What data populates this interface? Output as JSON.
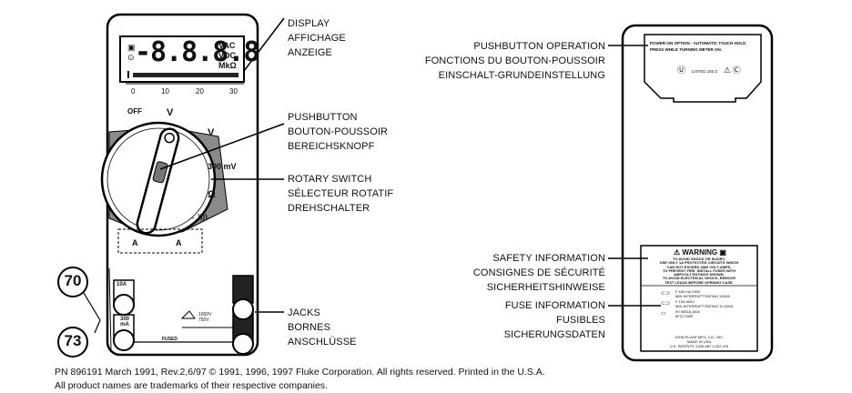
{
  "meter_front": {
    "display": {
      "digits": "-8.8.8.8",
      "units": [
        "VAC",
        "VDC",
        "MkΩ"
      ],
      "scale": [
        "0",
        "10",
        "20",
        "30"
      ]
    },
    "switch_positions": {
      "off": "OFF",
      "vac": "V",
      "vdc": "V",
      "mv": "300 mV",
      "ohm": "Ω",
      "diode_continuity": "→ ))))",
      "adc": "A",
      "aac": "A"
    },
    "jacks": {
      "a10": "10A",
      "ma300": "300 mA",
      "fused": "FUSED",
      "voltage_rating": "1000V 750V"
    },
    "callouts": {
      "left_top": "70",
      "left_bottom": "73"
    }
  },
  "labels_left": {
    "display": [
      "DISPLAY",
      "AFFICHAGE",
      "ANZEIGE"
    ],
    "pushbutton": [
      "PUSHBUTTON",
      "BOUTON-POUSSOIR",
      "BEREICHSKNOPF"
    ],
    "rotary": [
      "ROTARY SWITCH",
      "SÉLECTEUR ROTATIF",
      "DREHSCHALTER"
    ],
    "jacks": [
      "JACKS",
      "BORNES",
      "ANSCHLÜSSE"
    ]
  },
  "labels_right": {
    "pushbutton_op": [
      "PUSHBUTTON OPERATION",
      "FONCTIONS DU BOUTON-POUSSOIR",
      "EINSCHALT-GRUNDEINSTELLUNG"
    ],
    "safety": [
      "SAFETY INFORMATION",
      "CONSIGNES DE SÉCURITÉ",
      "SICHERHEITSHINWEISE"
    ],
    "fuse": [
      "FUSE INFORMATION",
      "FUSIBLES",
      "SICHERUNGSDATEN"
    ]
  },
  "meter_back": {
    "power_on_option": [
      "POWER-ON OPTION : AUTOMATIC TOUCH HOLD",
      "PRESS WHILE TURNING METER ON."
    ],
    "listing": "LISTED 183 Z",
    "warning_title": "WARNING",
    "warning_text": [
      "TO AVOID SHOCK OR INJURY,",
      "USE ONLY 1A PROTECTED CIRCUITS WHICH",
      "CAN NOT EXCEED 4800 VOLT-AMPS.",
      "TO PREVENT FIRE, INSTALL FUSES WITH",
      "AMPVOLT RATINGS SHOWN.",
      "TO AVOID ELECTRICAL SHOCK, REMOVE",
      "TEST LEADS BEFORE OPENING CASE."
    ],
    "fuse_text": [
      "F 630 mA 250V",
      "MIN INTERRUPT RATING 1500A",
      "F 15A 600V",
      "MIN INTERRUPT RATING 10,000A",
      "9V NEDA 1604",
      "6F22 006P"
    ],
    "maker": [
      "JOHN FLUKE MFG. CO., INC.",
      "MADE IN USA",
      "U.S. PATENTS 4,335,987 4,322,476"
    ]
  },
  "footer": [
    "PN 896191 March 1991, Rev.2,6/97 © 1991, 1996, 1997 Fluke Corporation. All rights reserved. Printed in the U.S.A.",
    "All product names are trademarks of their respective companies."
  ]
}
